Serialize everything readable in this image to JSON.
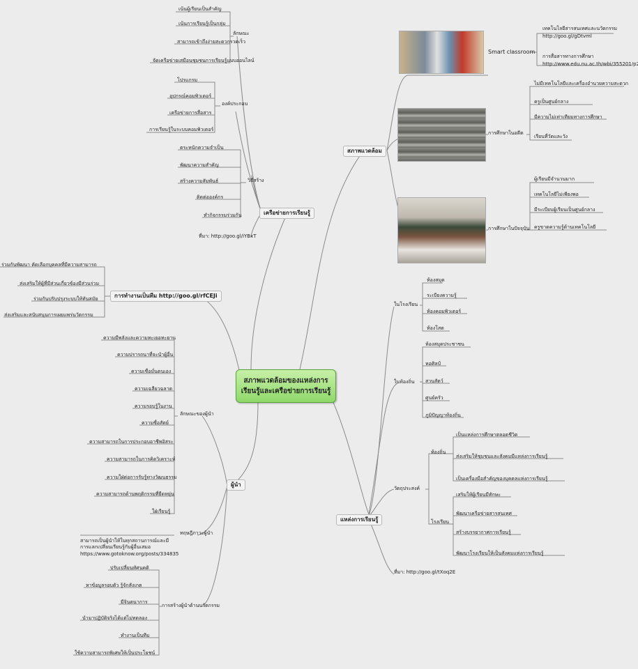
{
  "central": "สภาพแวดล้อมของแหล่งการ\nเรียนรู้และเครือข่ายการเรียนรู้",
  "env": {
    "title": "สภาพแวดล้อม",
    "smart": {
      "label": "Smart classroom",
      "n1": "เทคโนโลยีสารสนเทศและนวัตกรรม",
      "u1": "http://goo.gl/gDtvml",
      "n2": "การสื่อสารทางการศึกษา",
      "u2": "http://www.edu.nu.ac.th/wbi/355201/p2.html"
    },
    "past": {
      "label": "การศึกษาในอดีต",
      "items": [
        "ไม่มีเทคโนโลยีและเครื่องอำนวยความสะดวก",
        "ครูเป็นศูนย์กลาง",
        "มีความไม่เท่าเทียมทางการศึกษา",
        "เรียนที่วัดและวัง"
      ]
    },
    "now": {
      "label": "การศึกษาในปัจจุบัน",
      "items": [
        "ผู้เรียนมีจำนวนมาก",
        "เทคโนโลยีไม่เพียงพอ",
        "มีระเบียบผู้เรียนเป็นศูนย์กลาง",
        "ครูขาดความรู้ด้านเทคโนโลยี"
      ]
    }
  },
  "source": {
    "title": "แหล่งการเรียนรู้",
    "school": {
      "label": "ในโรงเรียน",
      "items": [
        "ห้องสมุด",
        "ระเบียงความรู้",
        "ห้องคอมพิวเตอร์",
        "ห้องโสต"
      ]
    },
    "local": {
      "label": "ในท้องถิ่น",
      "items": [
        "ห้องสมุดประชาชน",
        "หอศิลป์",
        "สวนสัตว์",
        "ศูนย์ครัว",
        "ภูมิปัญญาท้องถิ่น"
      ]
    },
    "purpose": {
      "label": "วัตถุประสงค์",
      "local_label": "ท้องถิ่น",
      "local_items": [
        "เป็นแหล่งการศึกษาตลอดชีวิต",
        "ส่งเสริมให้ชุมชนและสังคมมีแหล่งการเรียนรู้",
        "เป็นเครื่องมือสำคัญของบุคคลแห่งการเรียนรู้"
      ],
      "school_label": "โรงเรียน",
      "school_items": [
        "เสริมให้ผู้เรียนมีทักษะ",
        "พัฒนาเครือข่ายสารสนเทศ",
        "สร้างบรรยากาศการเรียนรู้",
        "พัฒนาโรงเรียนให้เป็นสังคมแห่งการเรียนรู้"
      ]
    },
    "ref": "ที่มา: http://goo.gl/tXoq2E"
  },
  "network": {
    "title": "เครือข่ายการเรียนรู้",
    "features": {
      "label": "ลักษณะ",
      "items": [
        "เน้นผู้เรียนเป็นสำคัญ",
        "เน้นการเรียนรู้เป็นกลุ่ม",
        "สามารถเข้าถึงง่ายสะดวกรวดเร็ว",
        "จัดเครือข่ายเสมือนชุมชนการเรียนรู้แบบออนไลน์"
      ]
    },
    "components": {
      "label": "องค์ประกอบ",
      "items": [
        "โปรแกรม",
        "อุปกรณ์คอมพิวเตอร์",
        "เครือข่ายการสื่อสาร",
        "การเรียนรู้ในระบบคอมพิวเตอร์"
      ]
    },
    "method": {
      "label": "วิธีสร้าง",
      "items": [
        "ตระหนักความจำเป็น",
        "พัฒนาความสำคัญ",
        "สร้างความสัมพันธ์",
        "ติดต่อองค์กร",
        "ทำกิจกรรมร่วมกัน"
      ]
    },
    "ref": "ที่มา: http://goo.gl/iYBxT"
  },
  "team": {
    "title": "การทำงานเป็นทีม http://goo.gl/rfCEJi",
    "items": [
      "ร่วมกันพัฒนา คัดเลือกบุคคลที่มีความสามารถ",
      "ส่งเสริมให้ผู้ที่มีส่วนเกี่ยวข้องมีส่วนร่วม",
      "ร่วมกันปรับปรุงระบบให้ทันสมัย",
      "ส่งเสริมและสนับสนุนการเผยแพร่นวัตกรรม"
    ]
  },
  "leader": {
    "title": "ผู้นำ",
    "traits": {
      "label": "ลักษณะของผู้นำ",
      "items": [
        "ความมีพลังและความทะเยอทะยาน",
        "ความปรารถนาที่จะนำผู้อื่น",
        "ความเชื่อมั่นตนเอง",
        "ความเฉลียวฉลาด",
        "ความรอบรู้ในงาน",
        "ความซื่อสัตย์",
        "ความสามารถในการประกอบอาชีพอิสระ",
        "ความสามารถในการคิดวิเคราะห์",
        "ความใฝ่ต่อการรับรู้ทางวัฒนธรรม",
        "ความสามารถด้านพฤติกรรมที่ยืดหยุ่น",
        "ใฝ่เรียนรู้"
      ]
    },
    "theory": {
      "label": "ทฤษฎีภาวะผู้นำ",
      "text": "สามารถเป็นผู้นำให้ในทุกสถานการณ์และมีการแลกเปลี่ยนเรียนรู้กับผู้อื่นเสมอ",
      "url": "https://www.gotoknow.org/posts/334835"
    },
    "innovation": {
      "label": "การสร้างผู้นำด้านนวัตกรรม",
      "items": [
        "ปรับเปลี่ยนทัศนคติ",
        "หาข้อมูลรอบตัว รู้จักสังเกต",
        "มีจินตนาการ",
        "นำมาปฏิบัติจริงได้แต่ไม่ทดลอง",
        "ทำงานเป็นทีม",
        "ใช้ความสามารถพิเศษให้เป็นประโยชน์"
      ]
    }
  }
}
